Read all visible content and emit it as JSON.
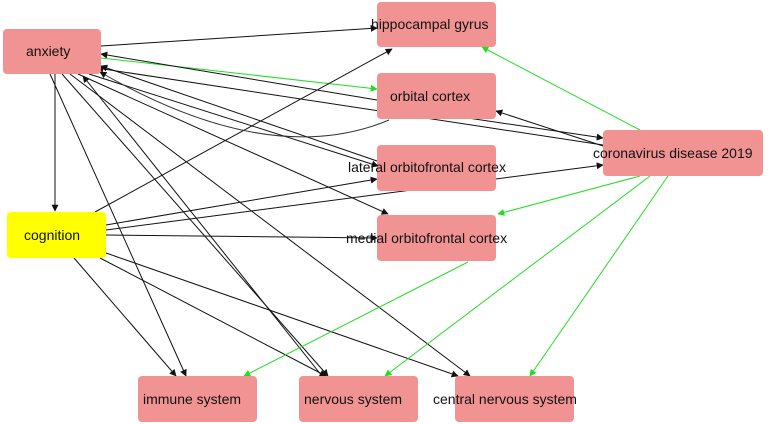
{
  "colors": {
    "node_default": "#f29393",
    "node_highlight": "#ffff00",
    "edge_black": "#111111",
    "edge_green": "#22dd22"
  },
  "nodes": [
    {
      "id": "anxiety",
      "label": "anxiety",
      "fill": "#f29393"
    },
    {
      "id": "cognition",
      "label": "cognition",
      "fill": "#ffff00"
    },
    {
      "id": "hippocampal",
      "label": "hippocampal gyrus",
      "fill": "#f29393"
    },
    {
      "id": "orbital",
      "label": "orbital cortex",
      "fill": "#f29393"
    },
    {
      "id": "lateral",
      "label": "lateral orbitofrontal cortex",
      "fill": "#f29393"
    },
    {
      "id": "medial",
      "label": "medial orbitofrontal cortex",
      "fill": "#f29393"
    },
    {
      "id": "covid",
      "label": "coronavirus disease 2019",
      "fill": "#f29393"
    },
    {
      "id": "immune",
      "label": "immune system",
      "fill": "#f29393"
    },
    {
      "id": "nervous",
      "label": "nervous system",
      "fill": "#f29393"
    },
    {
      "id": "cns",
      "label": "central nervous system",
      "fill": "#f29393"
    }
  ]
}
